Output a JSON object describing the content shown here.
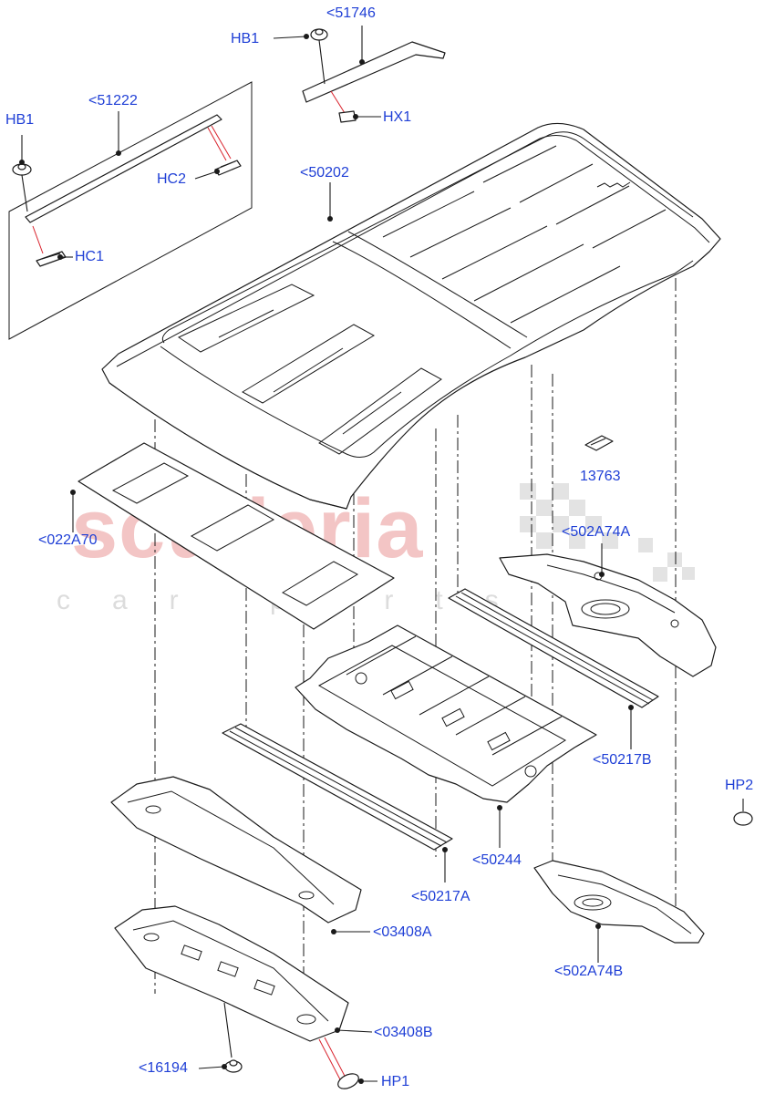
{
  "watermark": {
    "brand": "scuderia",
    "sub": "car parts"
  },
  "callouts": {
    "hb1_top": "HB1",
    "p51746": "<51746",
    "hx1": "HX1",
    "p51222": "<51222",
    "hb1_left": "HB1",
    "hc2": "HC2",
    "hc1": "HC1",
    "p50202": "<50202",
    "p13763": "13763",
    "p022a70": "<022A70",
    "p502a74a": "<502A74A",
    "p50217b": "<50217B",
    "hp2": "HP2",
    "p50244": "<50244",
    "p50217a": "<50217A",
    "p03408a": "<03408A",
    "p502a74b": "<502A74B",
    "p03408b": "<03408B",
    "p16194": "<16194",
    "hp1": "HP1"
  }
}
